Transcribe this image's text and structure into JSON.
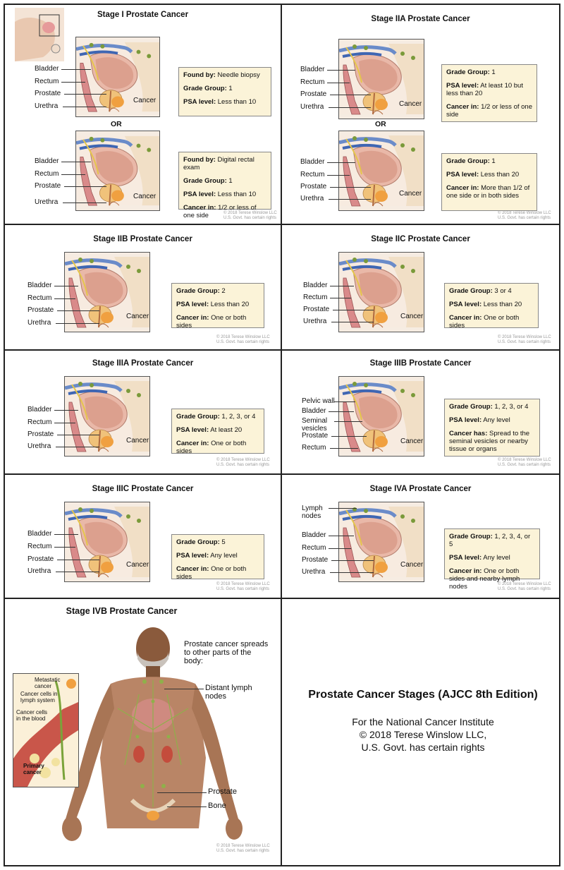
{
  "labels": {
    "bladder": "Bladder",
    "rectum": "Rectum",
    "prostate": "Prostate",
    "urethra": "Urethra",
    "cancer": "Cancer",
    "or": "OR",
    "pelvic_wall": "Pelvic wall",
    "seminal_vesicles": "Seminal vesicles",
    "lymph_nodes": "Lymph nodes"
  },
  "keys": {
    "found_by": "Found by:",
    "grade_group": "Grade Group:",
    "psa_level": "PSA level:",
    "cancer_in": "Cancer in:",
    "cancer_has": "Cancer has:"
  },
  "copyright_line1": "© 2018 Terese Winslow LLC",
  "copyright_line2": "U.S. Govt. has certain rights",
  "stage1": {
    "title": "Stage I Prostate Cancer",
    "a": {
      "found_by": "Needle biopsy",
      "grade_group": "1",
      "psa_level": "Less than 10"
    },
    "b": {
      "found_by": "Digital rectal exam",
      "grade_group": "1",
      "psa_level": "Less than 10",
      "cancer_in": "1/2 or less of one side"
    }
  },
  "stage2a": {
    "title": "Stage IIA Prostate Cancer",
    "a": {
      "grade_group": "1",
      "psa_level": "At least 10 but less than 20",
      "cancer_in": "1/2 or less of one side"
    },
    "b": {
      "grade_group": "1",
      "psa_level": "Less than 20",
      "cancer_in": "More than 1/2 of one side or in both sides"
    }
  },
  "stage2b": {
    "title": "Stage IIB Prostate Cancer",
    "grade_group": "2",
    "psa_level": "Less than 20",
    "cancer_in": "One or both sides"
  },
  "stage2c": {
    "title": "Stage IIC Prostate Cancer",
    "grade_group": "3 or 4",
    "psa_level": "Less than 20",
    "cancer_in": "One or both sides"
  },
  "stage3a": {
    "title": "Stage IIIA Prostate Cancer",
    "grade_group": "1, 2, 3, or 4",
    "psa_level": "At least 20",
    "cancer_in": "One or both sides"
  },
  "stage3b": {
    "title": "Stage IIIB Prostate Cancer",
    "grade_group": "1, 2, 3, or 4",
    "psa_level": "Any level",
    "cancer_has": "Spread to the seminal vesicles or nearby tissue or organs"
  },
  "stage3c": {
    "title": "Stage IIIC Prostate Cancer",
    "grade_group": "5",
    "psa_level": "Any level",
    "cancer_in": "One or both sides"
  },
  "stage4a": {
    "title": "Stage IVA Prostate Cancer",
    "grade_group": "1, 2, 3, 4, or 5",
    "psa_level": "Any level",
    "cancer_in": "One or both sides and nearby lymph nodes"
  },
  "stage4b": {
    "title": "Stage IVB Prostate Cancer",
    "spread_text": "Prostate cancer spreads to other parts of the body:",
    "distant_lymph_nodes": "Distant lymph nodes",
    "prostate": "Prostate",
    "bone": "Bone",
    "metastatic_cancer": "Metastatic cancer",
    "lymph_system": "Cancer cells in lymph system",
    "in_blood": "Cancer cells in the blood",
    "primary_cancer": "Primary cancer"
  },
  "summary": {
    "title": "Prostate Cancer Stages (AJCC 8th Edition)",
    "line1": "For the National Cancer Institute",
    "line2": "© 2018 Terese Winslow LLC,",
    "line3": "U.S. Govt. has certain rights"
  }
}
